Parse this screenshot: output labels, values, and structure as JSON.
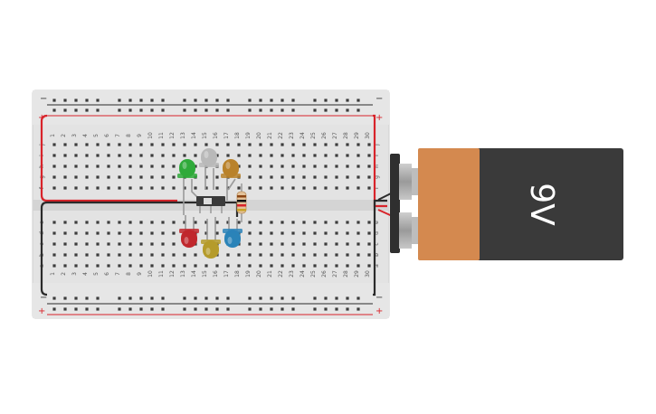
{
  "breadboard": {
    "rail_minus": "−",
    "rail_plus": "+",
    "row_letters_top": [
      "j",
      "i",
      "h",
      "g",
      "f"
    ],
    "row_letters_bottom": [
      "e",
      "d",
      "c",
      "b",
      "a"
    ],
    "columns": [
      "1",
      "2",
      "3",
      "4",
      "5",
      "6",
      "7",
      "8",
      "9",
      "10",
      "11",
      "12",
      "13",
      "14",
      "15",
      "16",
      "17",
      "18",
      "19",
      "20",
      "21",
      "22",
      "23",
      "24",
      "25",
      "26",
      "27",
      "28",
      "29",
      "30"
    ]
  },
  "battery": {
    "label": "9V",
    "body_color": "#3a3a3a",
    "band_color": "#d4894f"
  },
  "wires": {
    "positive_color": "#d8232a",
    "negative_color": "#2b2b2b"
  },
  "leds": [
    {
      "name": "led-green",
      "color": "#2faa3a"
    },
    {
      "name": "led-white",
      "color": "#b9b9b9"
    },
    {
      "name": "led-orange",
      "color": "#b9822b"
    },
    {
      "name": "led-red",
      "color": "#c0272d"
    },
    {
      "name": "led-yellow",
      "color": "#b59b2b"
    },
    {
      "name": "led-blue",
      "color": "#2a83b8"
    }
  ],
  "switch": {
    "kind": "slide-switch"
  },
  "resistor": {
    "kind": "resistor"
  }
}
